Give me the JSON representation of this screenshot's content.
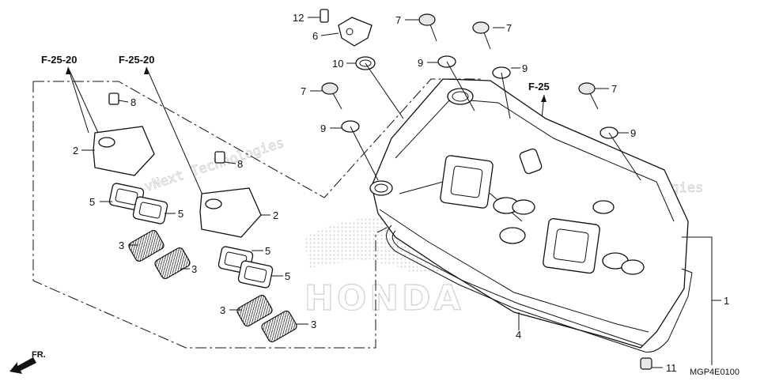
{
  "diagram": {
    "ref_left_1": "F-25-20",
    "ref_left_2": "F-25-20",
    "ref_right": "F-25",
    "part_code": "MGP4E0100",
    "direction_label": "FR.",
    "brand_watermark": "HONDA",
    "watermark_1": "vNext Technologies",
    "watermark_2": "vNext Technologies",
    "callouts": {
      "c12": "12",
      "c6": "6",
      "c10": "10",
      "c7a": "7",
      "c7b": "7",
      "c7c": "7",
      "c7d": "7",
      "c9a": "9",
      "c9b": "9",
      "c9c": "9",
      "c9d": "9",
      "c8a": "8",
      "c8b": "8",
      "c2a": "2",
      "c2b": "2",
      "c5a": "5",
      "c5b": "5",
      "c5c": "5",
      "c5d": "5",
      "c3a": "3",
      "c3b": "3",
      "c3c": "3",
      "c3d": "3",
      "c4": "4",
      "c1": "1",
      "c11": "11"
    }
  }
}
